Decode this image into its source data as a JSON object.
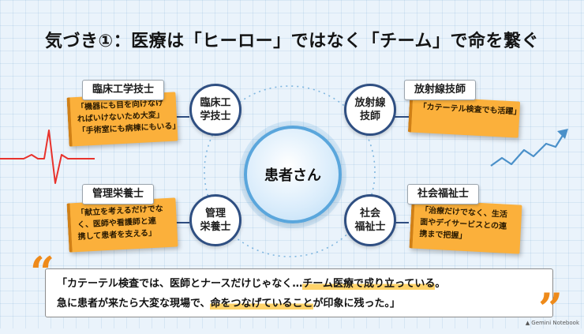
{
  "title": "気づき①：医療は「ヒーロー」ではなく「チーム」で命を繋ぐ",
  "center": {
    "label": "患者さん"
  },
  "roles": {
    "rad": {
      "tag": "臨床工学技士",
      "circle": [
        "臨床工",
        "学技士"
      ],
      "note": [
        "「機器にも目を向けなけ",
        "ればいけないため大変」",
        "「手術室にも病棟にもいる」"
      ]
    },
    "radiology": {
      "tag": "放射線技師",
      "circle": [
        "放射線",
        "技師"
      ],
      "note": [
        "「カテーテル検査でも活躍」"
      ]
    },
    "nutrition": {
      "tag": "管理栄養士",
      "circle": [
        "管理",
        "栄養士"
      ],
      "note": [
        "「献立を考えるだけでな",
        "く、医師や看護師と連",
        "携して患者を支える」"
      ]
    },
    "social": {
      "tag": "社会福祉士",
      "circle": [
        "社会",
        "福祉士"
      ],
      "note": [
        "「治療だけでなく、生活",
        "面やデイサービスとの連",
        "携まで把握」"
      ]
    }
  },
  "quote": {
    "open_mark": "“",
    "close_mark": "”",
    "l1_a": "「カテーテル検査では、医師とナースだけじゃなく…",
    "l1_hl": "チーム医療で成り立っている",
    "l1_b": "。",
    "l2_a": "急に患者が来たら大変な現場で、",
    "l2_hl": "命をつなげていること",
    "l2_b": "が印象に残った。」"
  },
  "footer": {
    "brand": "Gemini Notebook"
  },
  "colors": {
    "accent_orange": "#fbb03b",
    "circle_border": "#2f4f82",
    "center_border": "#5aa6dc",
    "highlight": "#ffd36a",
    "ecg_red": "#e8322c",
    "arrow_blue": "#4a90c9"
  }
}
